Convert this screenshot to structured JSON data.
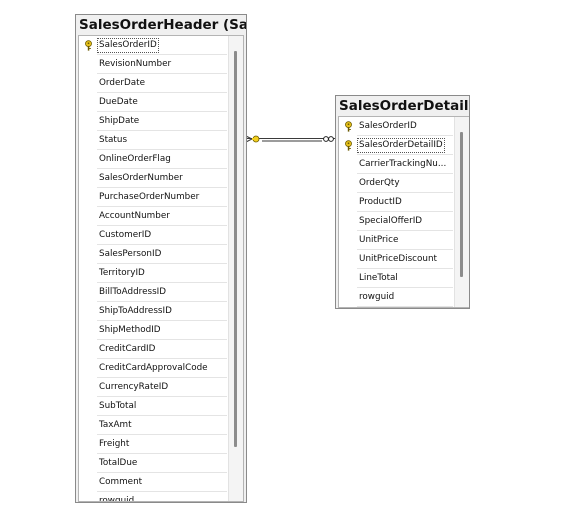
{
  "tables": [
    {
      "title": "SalesOrderHeader (Sales)",
      "columns": [
        {
          "name": "SalesOrderID",
          "key": true,
          "selected": true
        },
        {
          "name": "RevisionNumber"
        },
        {
          "name": "OrderDate"
        },
        {
          "name": "DueDate"
        },
        {
          "name": "ShipDate"
        },
        {
          "name": "Status"
        },
        {
          "name": "OnlineOrderFlag"
        },
        {
          "name": "SalesOrderNumber"
        },
        {
          "name": "PurchaseOrderNumber"
        },
        {
          "name": "AccountNumber"
        },
        {
          "name": "CustomerID"
        },
        {
          "name": "SalesPersonID"
        },
        {
          "name": "TerritoryID"
        },
        {
          "name": "BillToAddressID"
        },
        {
          "name": "ShipToAddressID"
        },
        {
          "name": "ShipMethodID"
        },
        {
          "name": "CreditCardID"
        },
        {
          "name": "CreditCardApprovalCode"
        },
        {
          "name": "CurrencyRateID"
        },
        {
          "name": "SubTotal"
        },
        {
          "name": "TaxAmt"
        },
        {
          "name": "Freight"
        },
        {
          "name": "TotalDue"
        },
        {
          "name": "Comment"
        },
        {
          "name": "rowguid"
        }
      ]
    },
    {
      "title": "SalesOrderDetail (Sa",
      "columns": [
        {
          "name": "SalesOrderID",
          "key": true
        },
        {
          "name": "SalesOrderDetailID",
          "key": true,
          "selected": true
        },
        {
          "name": "CarrierTrackingNu..."
        },
        {
          "name": "OrderQty"
        },
        {
          "name": "ProductID"
        },
        {
          "name": "SpecialOfferID"
        },
        {
          "name": "UnitPrice"
        },
        {
          "name": "UnitPriceDiscount"
        },
        {
          "name": "LineTotal"
        },
        {
          "name": "rowguid"
        }
      ]
    }
  ],
  "relationship": {
    "from_end": "key-icon",
    "to_end": "infinity-icon"
  },
  "colors": {
    "key_gold": "#e8c21a",
    "relation_line": "#3a3a3a"
  }
}
